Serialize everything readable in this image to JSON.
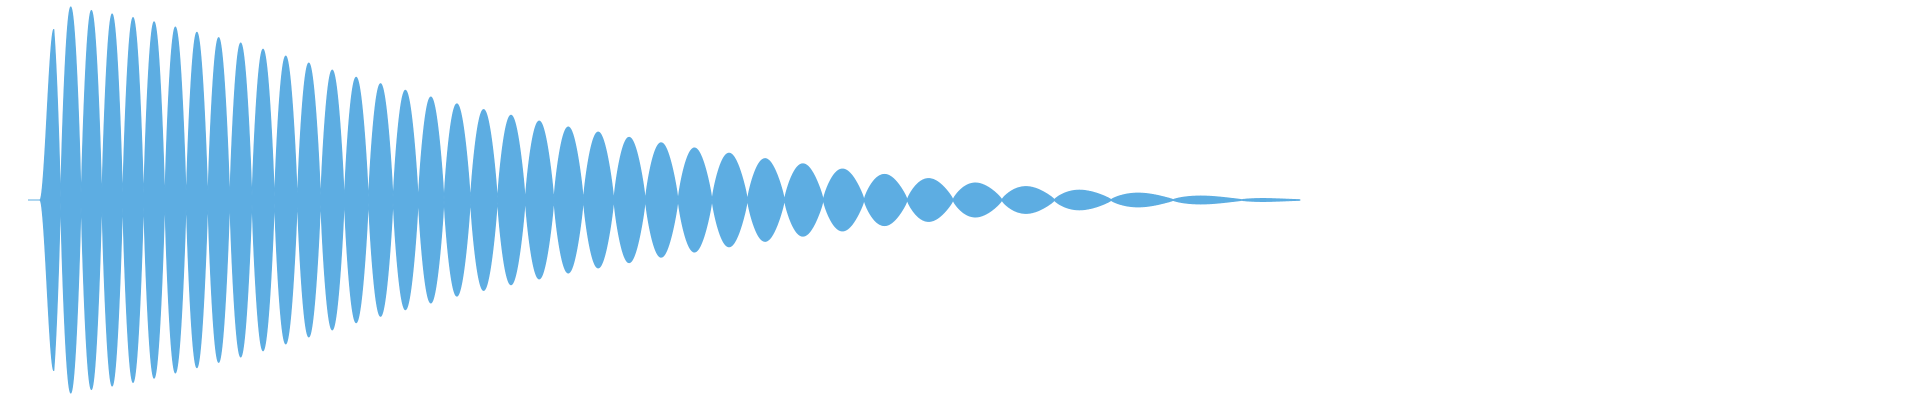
{
  "waveform": {
    "color": "#5dade2",
    "background": "#ffffff",
    "shape": "exponentially decaying oscillation (audio waveform)",
    "peak_amplitude_fraction": 1.0,
    "relative_peak_levels": [
      1.0,
      0.91,
      0.78,
      0.62,
      0.48,
      0.37,
      0.28,
      0.2,
      0.13,
      0.08,
      0.045,
      0.02,
      0.0
    ]
  }
}
